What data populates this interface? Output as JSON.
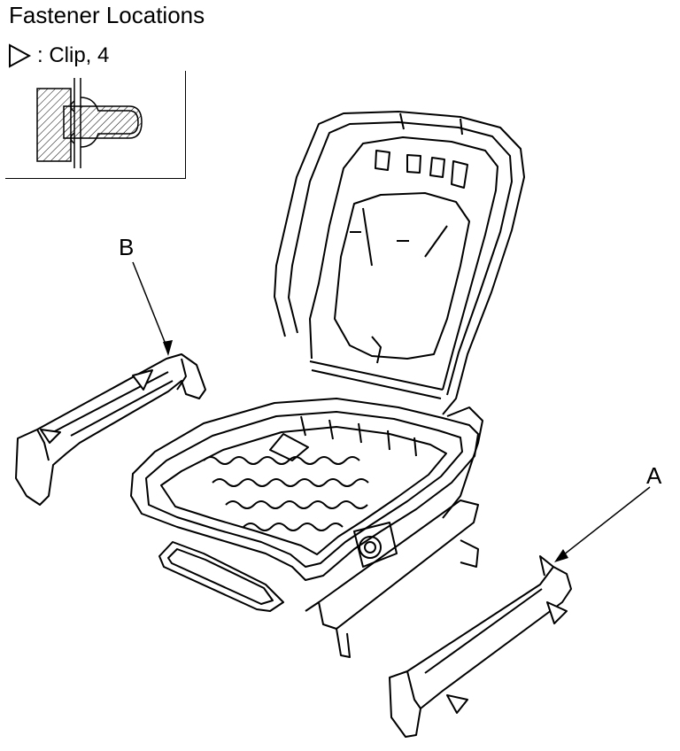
{
  "title": "Fastener Locations",
  "legend": {
    "symbol": "triangle-clip-icon",
    "text": ": Clip, 4"
  },
  "callouts": {
    "a": "A",
    "b": "B"
  },
  "colors": {
    "line": "#000000",
    "background": "#ffffff"
  }
}
